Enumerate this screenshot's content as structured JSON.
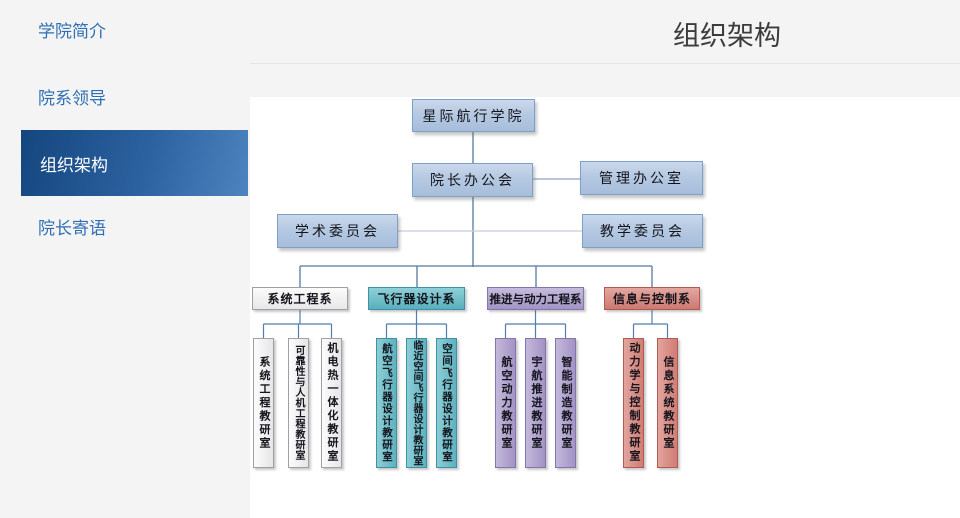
{
  "sidebar": {
    "items": [
      {
        "label": "学院简介",
        "selected": false
      },
      {
        "label": "院系领导",
        "selected": false
      },
      {
        "label": "组织架构",
        "selected": true
      },
      {
        "label": "院长寄语",
        "selected": false
      }
    ]
  },
  "header": {
    "title": "组织架构"
  },
  "org_chart": {
    "root": "星际航行学院",
    "executive": {
      "dean_meeting": "院长办公会",
      "admin_office": "管理办公室"
    },
    "committees": {
      "academic": "学术委员会",
      "teaching": "教学委员会"
    },
    "departments": [
      {
        "name": "系统工程系",
        "theme": "gray",
        "offices": [
          "系统工程教研室",
          "可靠性与人机工程教研室",
          "机电热一体化教研室"
        ]
      },
      {
        "name": "飞行器设计系",
        "theme": "teal",
        "offices": [
          "航空飞行器设计教研室",
          "临近空间飞行器设计教研室",
          "空间飞行器设计教研室"
        ]
      },
      {
        "name": "推进与动力工程系",
        "theme": "purple",
        "offices": [
          "航空动力教研室",
          "宇航推进教研室",
          "智能制造教研室"
        ]
      },
      {
        "name": "信息与控制系",
        "theme": "red",
        "offices": [
          "动力学与控制教研室",
          "信息系统教研室"
        ]
      }
    ]
  },
  "colors": {
    "background": "#f4f4f5",
    "sidebar_link": "#2e6fb4",
    "selected_gradient_start": "#14467e",
    "selected_gradient_end": "#4d83be",
    "node_blue": "#b5c9e2",
    "dept_gray": "#efefef",
    "dept_teal": "#6abfca",
    "dept_purple": "#b3a6ce",
    "dept_red": "#d88c84",
    "connector": "#54799f"
  }
}
